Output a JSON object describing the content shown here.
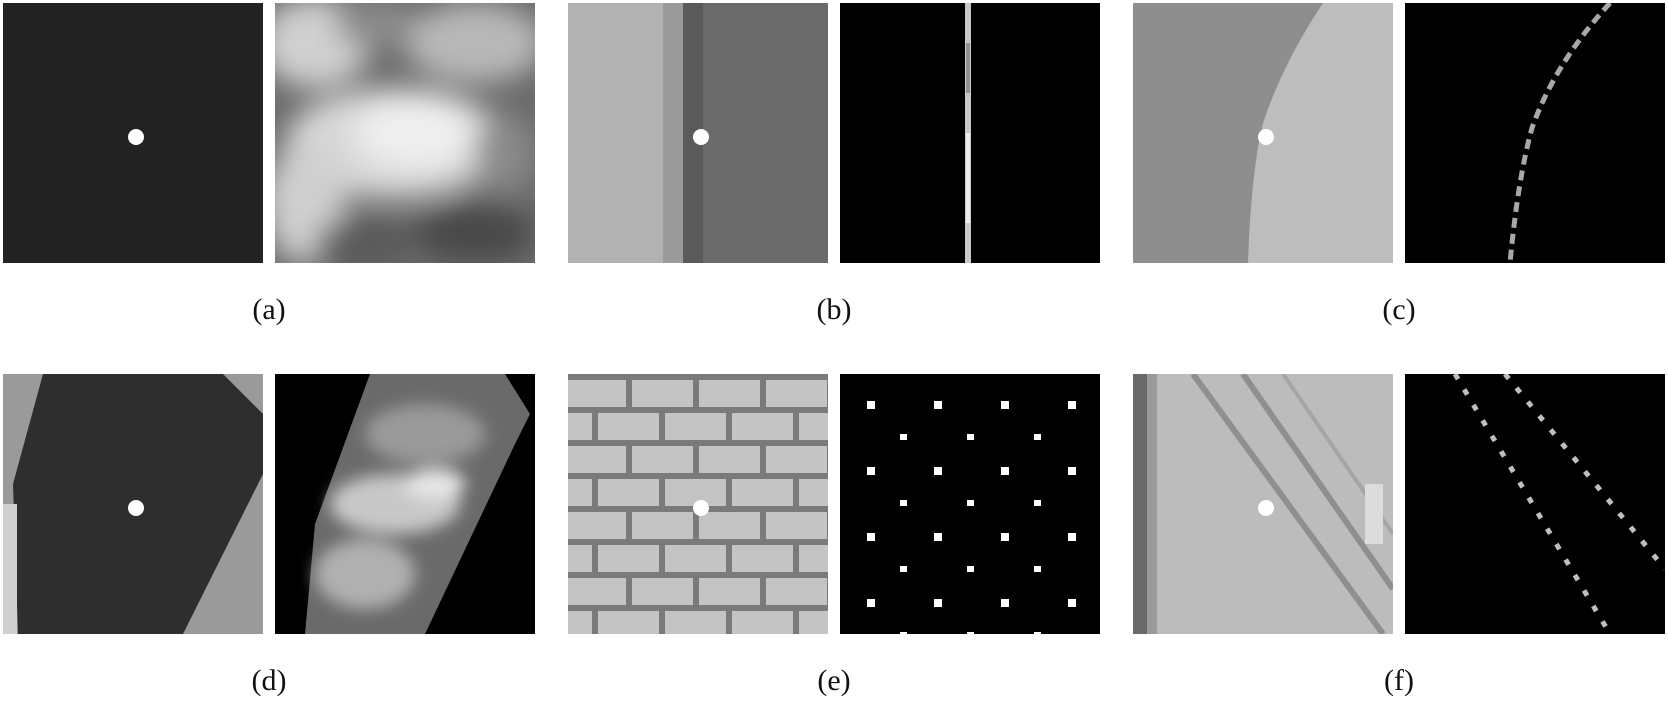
{
  "figure": {
    "captions": [
      "(a)",
      "(b)",
      "(c)",
      "(d)",
      "(e)",
      "(f)"
    ]
  },
  "colors": {
    "background": "#ffffff",
    "dark_patch": "#232323",
    "marker": "#ffffff",
    "brick": "#c4c4c4",
    "mortar": "#7a7a7a"
  }
}
